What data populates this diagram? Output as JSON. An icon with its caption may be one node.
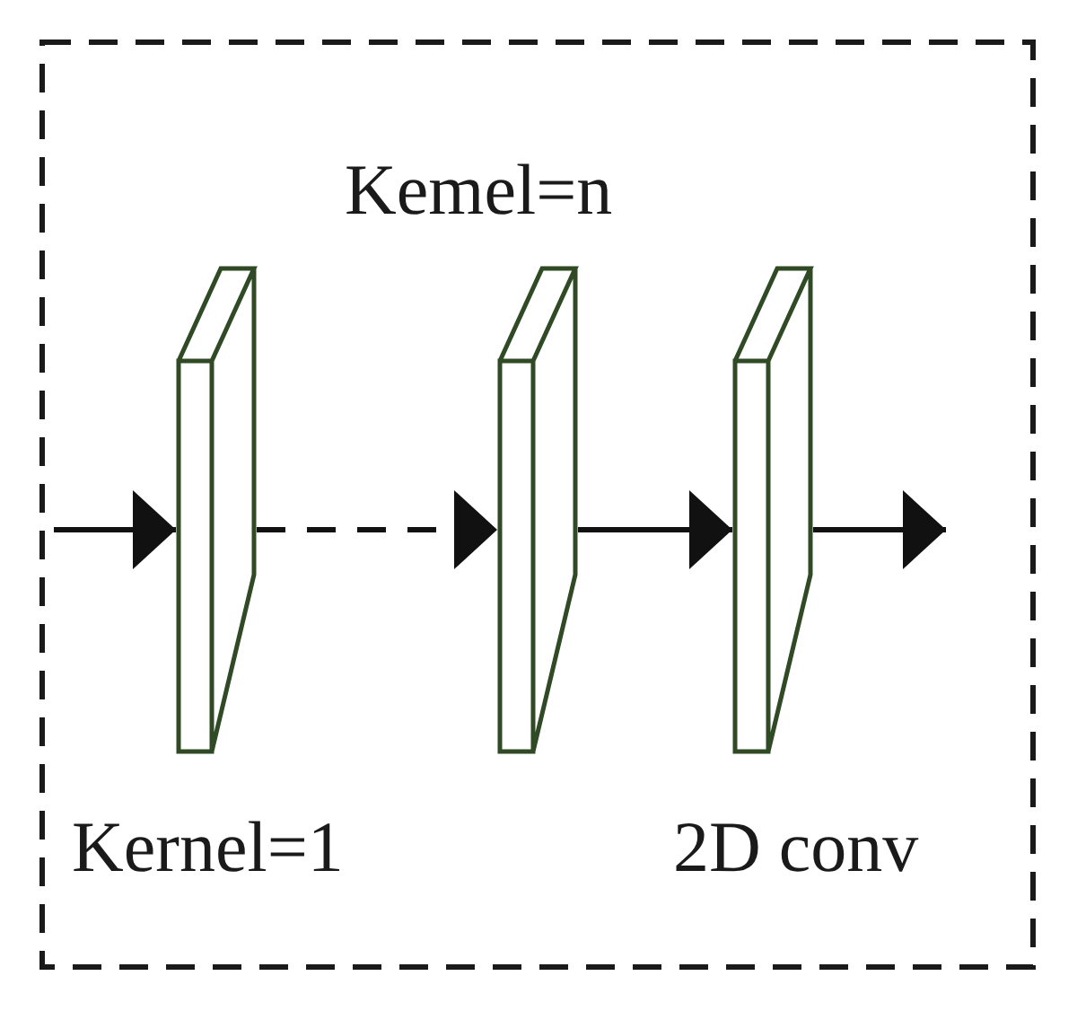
{
  "diagram": {
    "nodes": [
      {
        "text": [],
        "shape": "box"
      },
      {
        "text": [],
        "shape": "box",
        "in": 0
      },
      {
        "text": [],
        "shape": "box",
        "in": 0
      },
      {
        "text": [],
        "shape": "box",
        "in": 0
      }
    ],
    "edges": [
      {
        "from": null,
        "to": 1,
        "arrow": "to"
      },
      {
        "from": 1,
        "to": 2,
        "arrow": "to",
        "style": "dashed"
      },
      {
        "from": 2,
        "to": 3,
        "arrow": "to"
      },
      {
        "from": 3,
        "to": null,
        "arrow": "to"
      }
    ],
    "labels": [
      "Kemel=n",
      "Kernel=1",
      "2D conv"
    ]
  }
}
